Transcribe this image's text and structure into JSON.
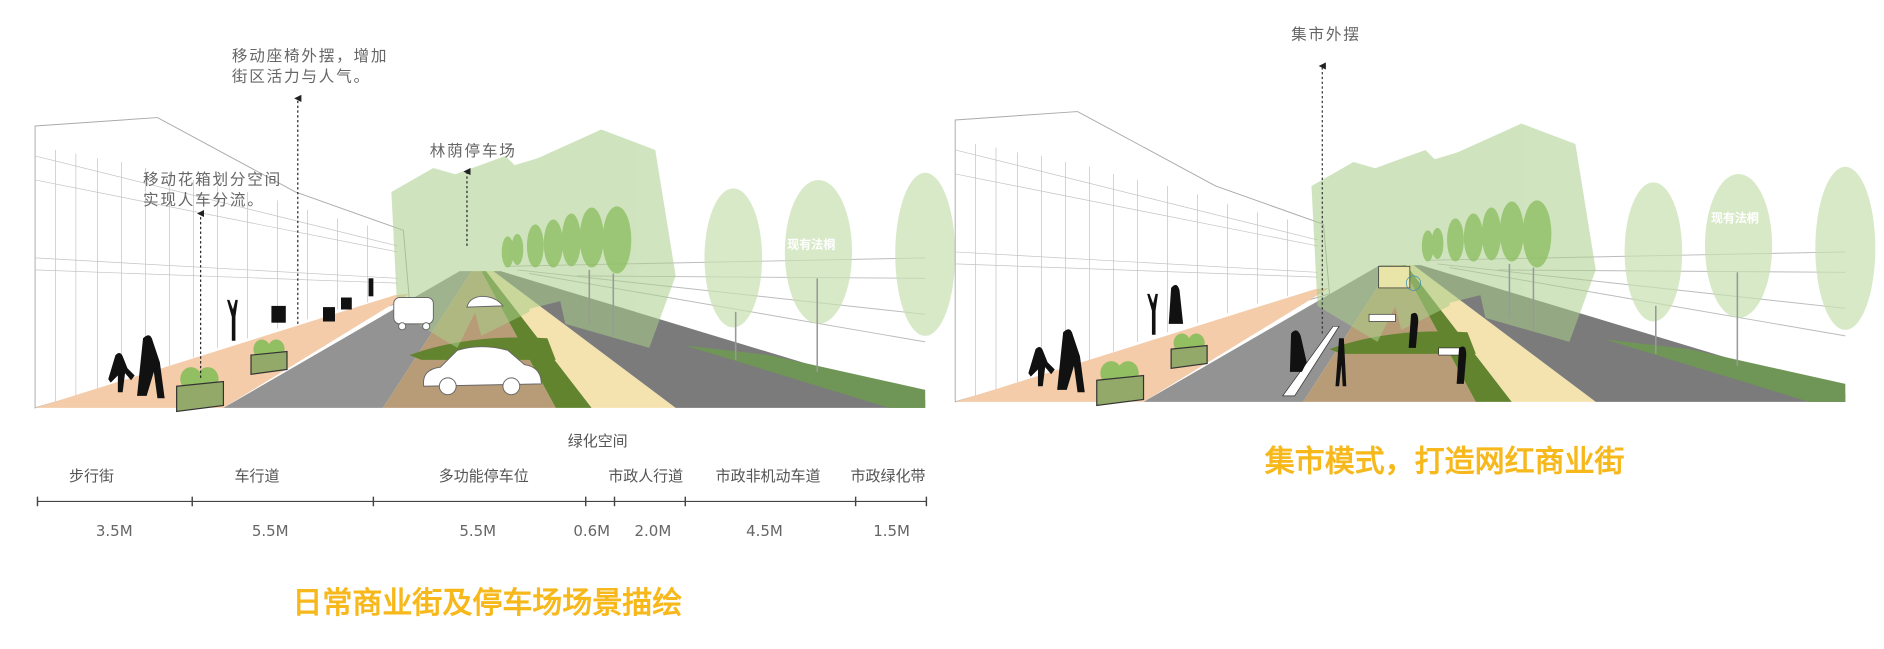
{
  "colors": {
    "title": "#f7b81c",
    "sidewalk": "#f4ccaa",
    "road": "#939393",
    "parking": "#b89c77",
    "green_strip": "#62842f",
    "bike_path": "#f4e3ae",
    "municipal_road": "#7b7b7b",
    "tree_light": "#b5d698",
    "planter": "#93a96a"
  },
  "left_scene": {
    "annotations": {
      "seating": [
        "移动座椅外摆，增加",
        "街区活力与人气。"
      ],
      "planter": [
        "移动花箱划分空间",
        "实现人车分流。"
      ],
      "shade_parking": "林荫停车场"
    },
    "tree_label": "现有法桐",
    "title": "日常商业街及停车场场景描绘"
  },
  "right_scene": {
    "annotations": {
      "market": "集市外摆"
    },
    "tree_label": "现有法桐",
    "title": "集市模式，打造网红商业街"
  },
  "dimensions": {
    "group_label": "绿化空间",
    "sections": [
      {
        "label": "步行街",
        "width": "3.5M"
      },
      {
        "label": "车行道",
        "width": "5.5M"
      },
      {
        "label": "多功能停车位",
        "width": "5.5M"
      },
      {
        "label": "",
        "width": "0.6M"
      },
      {
        "label": "市政人行道",
        "width": "2.0M"
      },
      {
        "label": "市政非机动车道",
        "width": "4.5M"
      },
      {
        "label": "市政绿化带",
        "width": "1.5M"
      }
    ]
  }
}
